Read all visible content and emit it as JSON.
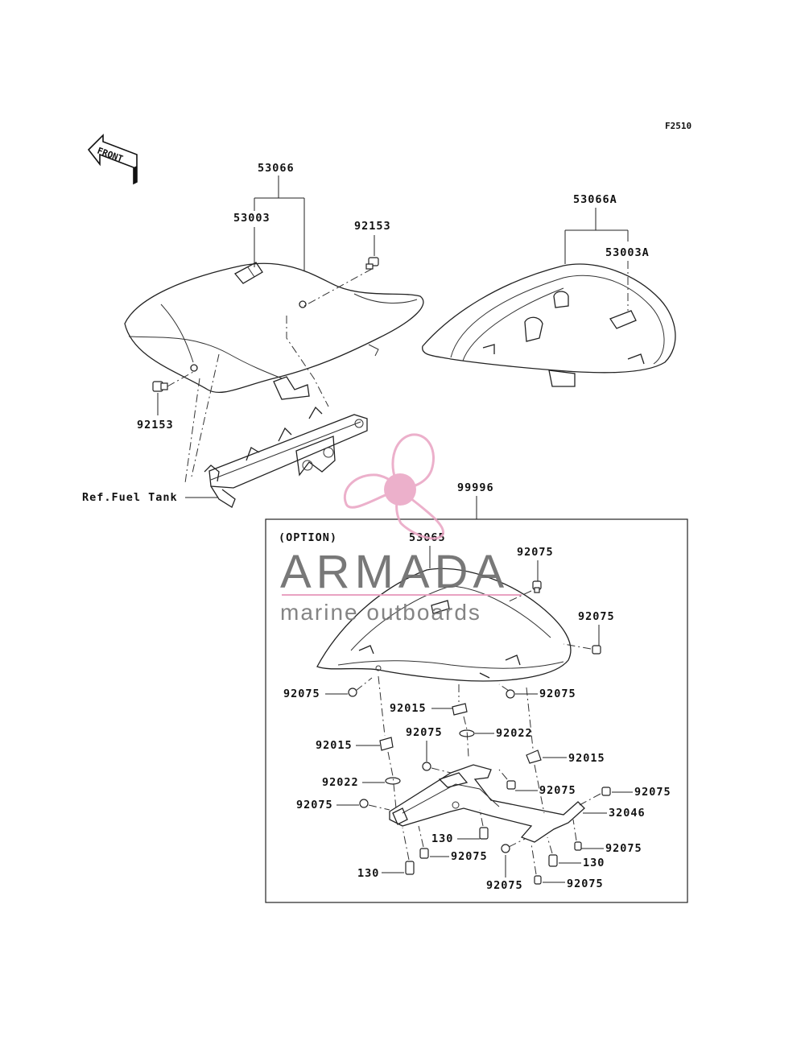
{
  "figure_code": "F2510",
  "front_arrow_text": "FRONT",
  "option_label": "(OPTION)",
  "ref_label": "Ref.Fuel Tank",
  "watermark": {
    "brand": "ARMADA",
    "tagline": "marine outboards",
    "logo_color": "#e9a3c2"
  },
  "part_labels": {
    "seat_assembly": "53066",
    "seat_cover": "53003",
    "bolt_front_right": "92153",
    "bolt_front_left": "92153",
    "rear_seat_assembly": "53066A",
    "rear_seat_cover": "53003A",
    "option_kit": "99996",
    "option_cover": "53065",
    "b1": "92075",
    "b2": "92075",
    "b3": "92075",
    "b4": "92075",
    "clip1": "92015",
    "b5": "92075",
    "washer1": "92022",
    "clip2": "92015",
    "clip3": "92015",
    "washer2": "92022",
    "b6": "92075",
    "b7": "92075",
    "b8": "92075",
    "bracket": "32046",
    "s1": "130",
    "b9": "92075",
    "b10": "92075",
    "s2": "130",
    "s3": "130",
    "b11": "92075",
    "b12": "92075"
  }
}
